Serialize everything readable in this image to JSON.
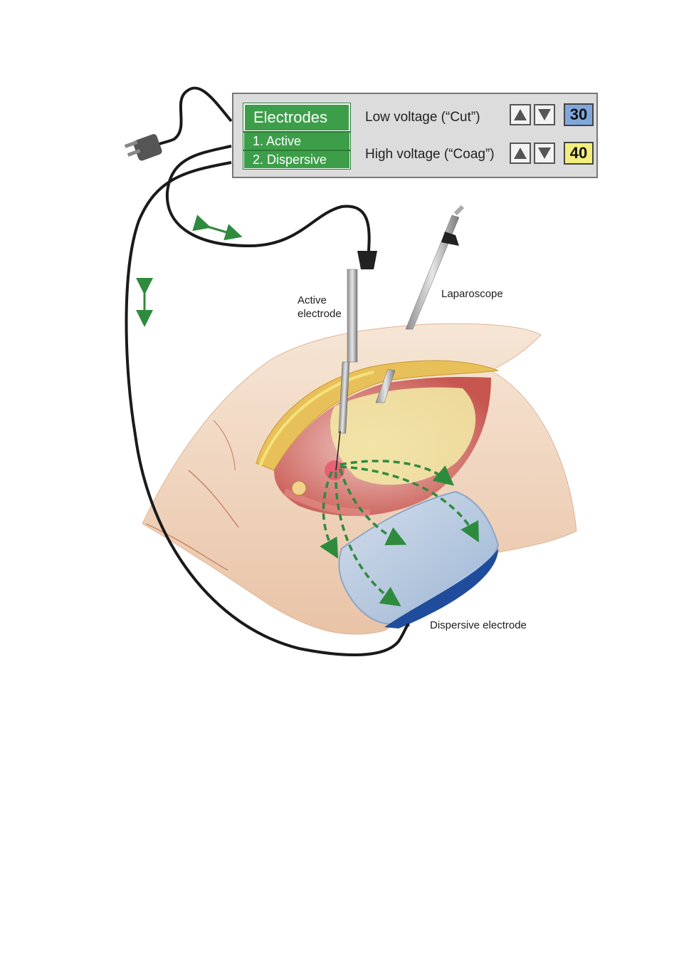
{
  "electrodes_panel": {
    "title": "Electrodes",
    "items": [
      "1. Active",
      "2. Dispersive"
    ]
  },
  "voltage_controls": [
    {
      "label": "Low voltage (“Cut”)",
      "value": "30",
      "color": "#7fa7dc"
    },
    {
      "label": "High voltage (“Coag”)",
      "value": "40",
      "color": "#f2ee7e"
    }
  ],
  "callouts": {
    "active_electrode": "Active\nelectrode",
    "laparoscope": "Laparoscope",
    "dispersive_electrode": "Dispersive electrode"
  },
  "colors": {
    "panel_bg": "#dcdcdc",
    "electrode_green": "#3d9e4a",
    "current_arrows": "#2e8b3e",
    "cable": "#1a1a1a",
    "skin": "#f3ddc9",
    "dispersive_pad": "#a9c7e6"
  },
  "icons": [
    "power-plug-icon",
    "arrow-up-icon",
    "arrow-down-icon",
    "double-headed-arrow-icon"
  ]
}
